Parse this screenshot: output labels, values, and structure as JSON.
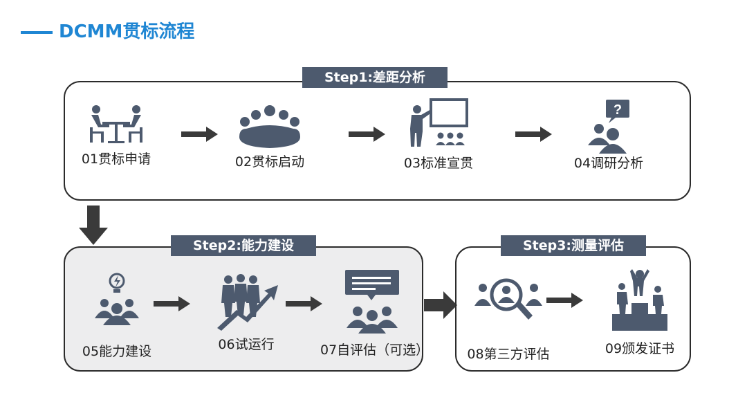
{
  "title": "DCMM贯标流程",
  "colors": {
    "accent": "#1f86d3",
    "icon": "#4d5a6e",
    "label_bg": "#4d5a6e",
    "arrow": "#3a3a3a"
  },
  "stages": [
    {
      "label": "Step1:差距分析",
      "items": [
        {
          "label": "01贯标申请",
          "icon": "meeting-table-icon"
        },
        {
          "label": "02贯标启动",
          "icon": "group-meeting-icon"
        },
        {
          "label": "03标准宣贯",
          "icon": "presentation-icon"
        },
        {
          "label": "04调研分析",
          "icon": "question-survey-icon"
        }
      ]
    },
    {
      "label": "Step2:能力建设",
      "items": [
        {
          "label": "05能力建设",
          "icon": "idea-team-icon"
        },
        {
          "label": "06试运行",
          "icon": "growth-team-icon"
        },
        {
          "label": "07自评估（可选）",
          "icon": "feedback-team-icon"
        }
      ]
    },
    {
      "label": "Step3:测量评估",
      "items": [
        {
          "label": "08第三方评估",
          "icon": "magnifier-team-icon"
        },
        {
          "label": "09颁发证书",
          "icon": "podium-icon"
        }
      ]
    }
  ]
}
